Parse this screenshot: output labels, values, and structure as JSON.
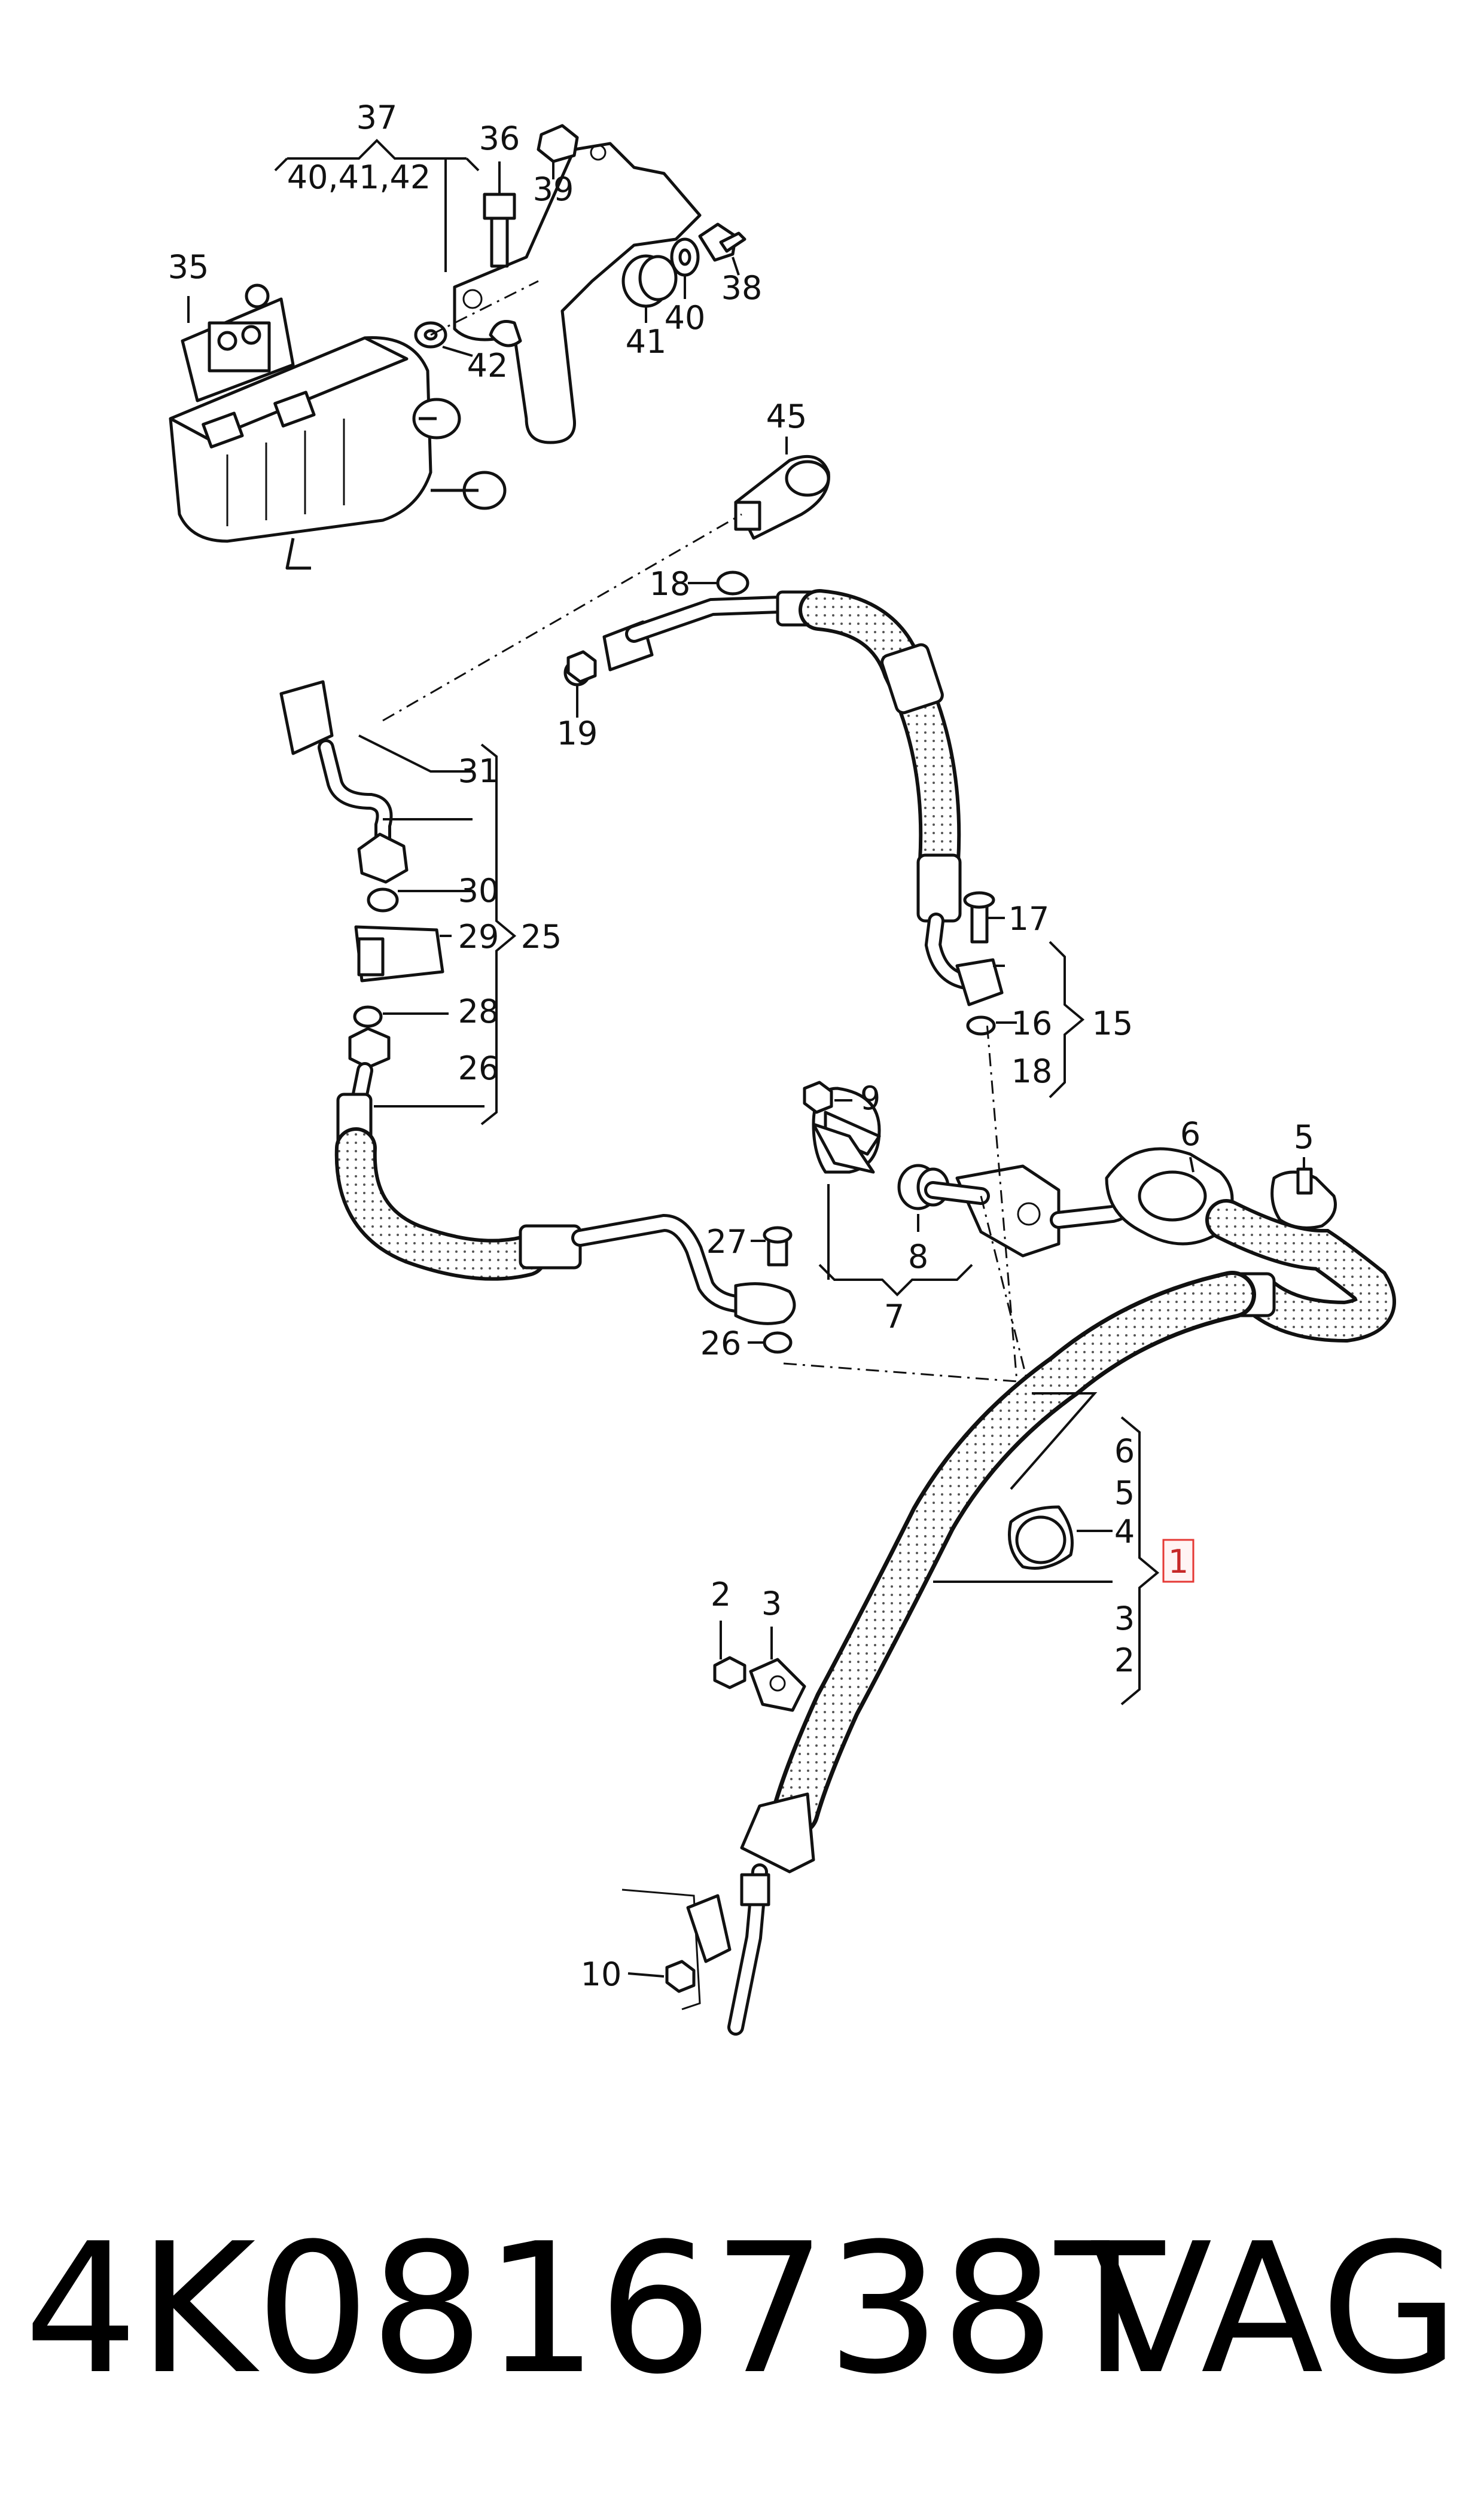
{
  "callouts": {
    "c1": "1",
    "c2": "2",
    "c3": "3",
    "c4": "4",
    "c5": "5",
    "c6": "6",
    "c7": "7",
    "c8": "8",
    "c9": "9",
    "c10": "10",
    "c15": "15",
    "c16": "16",
    "c17": "17",
    "c18": "18",
    "c19": "19",
    "c25": "25",
    "c26": "26",
    "c27": "27",
    "c28": "28",
    "c29": "29",
    "c30": "30",
    "c31": "31",
    "c35": "35",
    "c36": "36",
    "c37": "37",
    "c38": "38",
    "c39": "39",
    "c40": "40",
    "c41": "41",
    "c42": "42",
    "c45": "45"
  },
  "groups": {
    "g37_list": "40,41,42",
    "g1_list": [
      "6",
      "5",
      "4",
      "3",
      "2"
    ],
    "g15_list": [
      "17",
      "16",
      "18"
    ],
    "g25_list": [
      "31",
      "30",
      "29",
      "28",
      "26"
    ],
    "g7_list": [
      "8"
    ]
  },
  "highlight": {
    "selected_callout": "1",
    "color": "#e53935"
  },
  "footer": {
    "part_number": "4K0816738T",
    "brand": "VAG"
  }
}
